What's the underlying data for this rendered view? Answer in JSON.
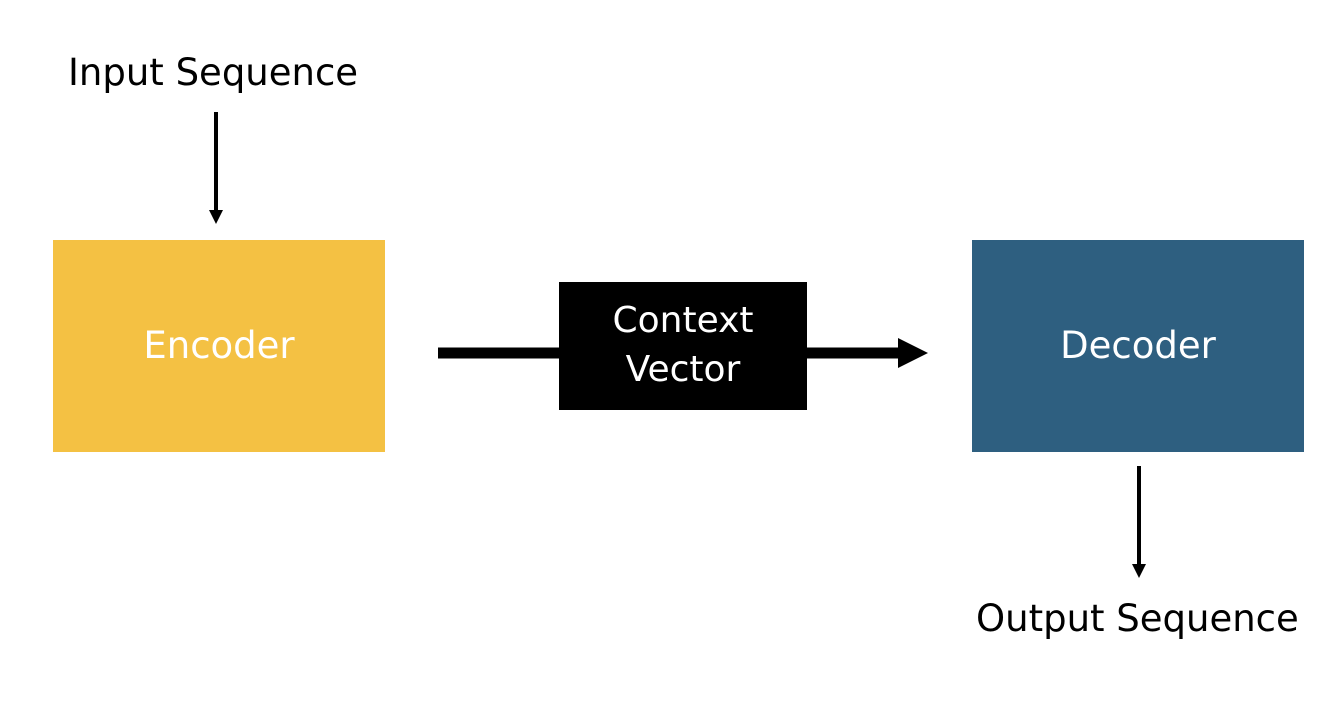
{
  "diagram": {
    "input_label": "Input Sequence",
    "output_label": "Output Sequence",
    "encoder": {
      "label": "Encoder",
      "color": "#F4C143"
    },
    "decoder": {
      "label": "Decoder",
      "color": "#2E5F80"
    },
    "context_vector": {
      "line1": "Context",
      "line2": "Vector",
      "color": "#000000"
    },
    "arrow_color": "#000000",
    "text_color_on_box": "#FFFFFF"
  }
}
